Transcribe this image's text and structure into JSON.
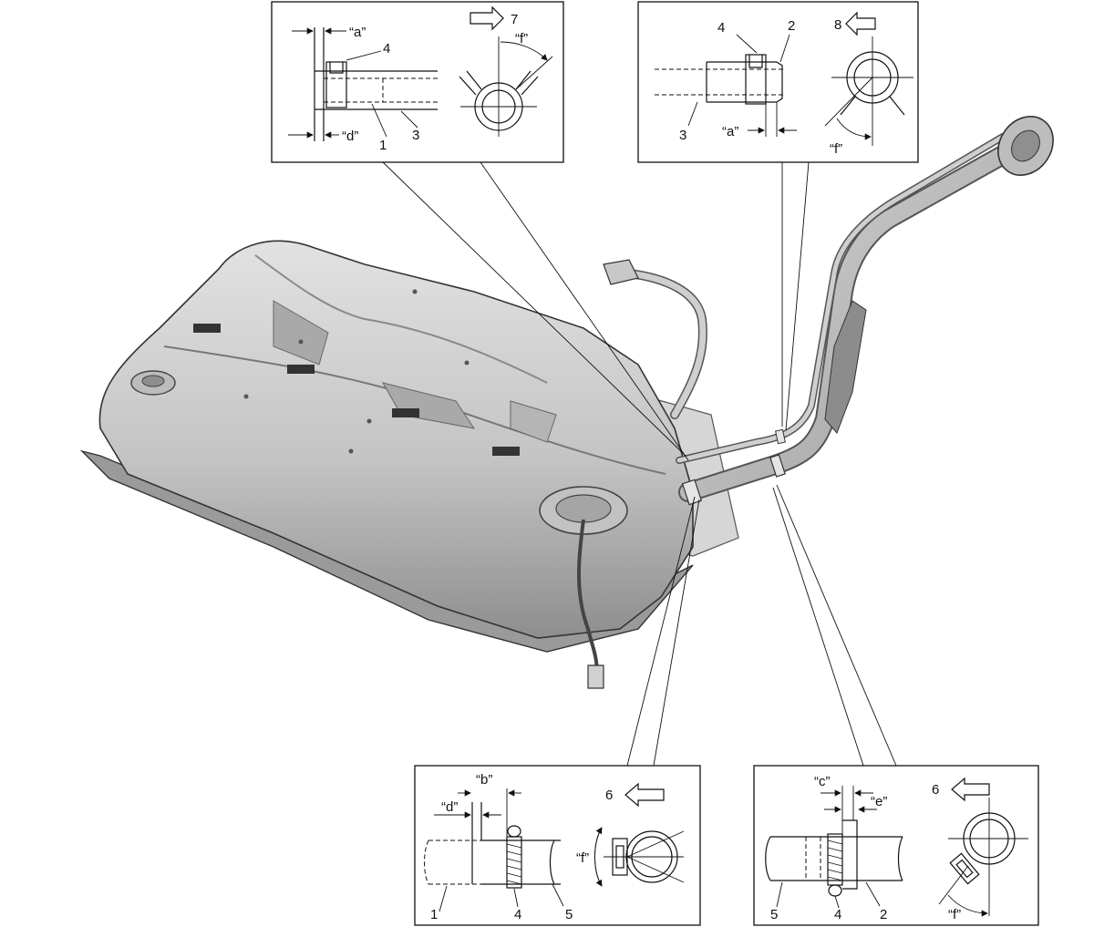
{
  "views": {
    "top_left": {
      "dim_a": "“a”",
      "dim_d": "“d”",
      "angle_f": "“f”",
      "callouts": [
        "4",
        "1",
        "3"
      ],
      "direction": "7"
    },
    "top_right": {
      "dim_a": "“a”",
      "angle_f": "“f”",
      "callouts": [
        "4",
        "2",
        "3"
      ],
      "direction": "8"
    },
    "bottom_left": {
      "dim_b": "“b”",
      "dim_d": "“d”",
      "angle_f": "“f”",
      "callouts": [
        "1",
        "4",
        "5"
      ],
      "direction": "6"
    },
    "bottom_right": {
      "dim_c": "“c”",
      "dim_e": "“e”",
      "angle_f": "“f”",
      "callouts": [
        "5",
        "4",
        "2"
      ],
      "direction": "6"
    }
  },
  "colors": {
    "line": "#111111",
    "tank_fill": "#c9c9c9",
    "tank_shadow": "#9a9a9a",
    "background": "#ffffff"
  }
}
